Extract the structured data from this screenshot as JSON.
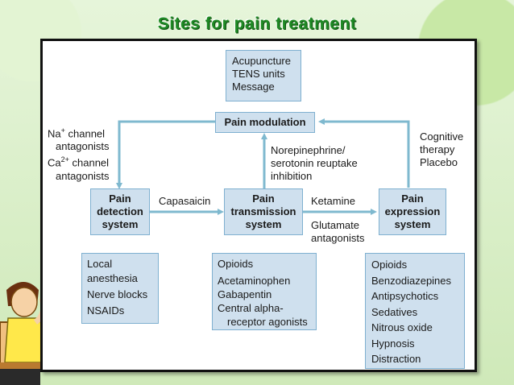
{
  "title": "Sites for pain treatment",
  "top_box": [
    "Acupuncture",
    "TENS units",
    "Message"
  ],
  "pain_modulation": "Pain modulation",
  "left_label": {
    "na_prefix": "Na",
    "na_sup": "+",
    "na_suffix": " channel",
    "na_line2": "antagonists",
    "ca_prefix": "Ca",
    "ca_sup": "2+",
    "ca_suffix": " channel",
    "ca_line2": "antagonists"
  },
  "center_label": [
    "Norepinephrine/",
    "serotonin reuptake",
    "inhibition"
  ],
  "right_label": [
    "Cognitive",
    "therapy",
    "Placebo"
  ],
  "detection": [
    "Pain",
    "detection",
    "system"
  ],
  "transmission": [
    "Pain",
    "transmission",
    "system"
  ],
  "expression": [
    "Pain",
    "expression",
    "system"
  ],
  "capasaicin": "Capasaicin",
  "ketamine": "Ketamine",
  "glutamate": [
    "Glutamate",
    "antagonists"
  ],
  "left_list": [
    "Local",
    "anesthesia",
    "Nerve blocks",
    "NSAIDs"
  ],
  "middle_list": [
    "Opioids",
    "Acetaminophen",
    "Gabapentin",
    "Central alpha-",
    "receptor agonists"
  ],
  "right_list": [
    "Opioids",
    "Benzodiazepines",
    "Antipsychotics",
    "Sedatives",
    "Nitrous oxide",
    "Hypnosis",
    "Distraction"
  ],
  "colors": {
    "box_fill": "#cfe0ee",
    "box_border": "#7fb0d0",
    "arrow": "#7fb9cf",
    "title": "#1f8a25"
  }
}
